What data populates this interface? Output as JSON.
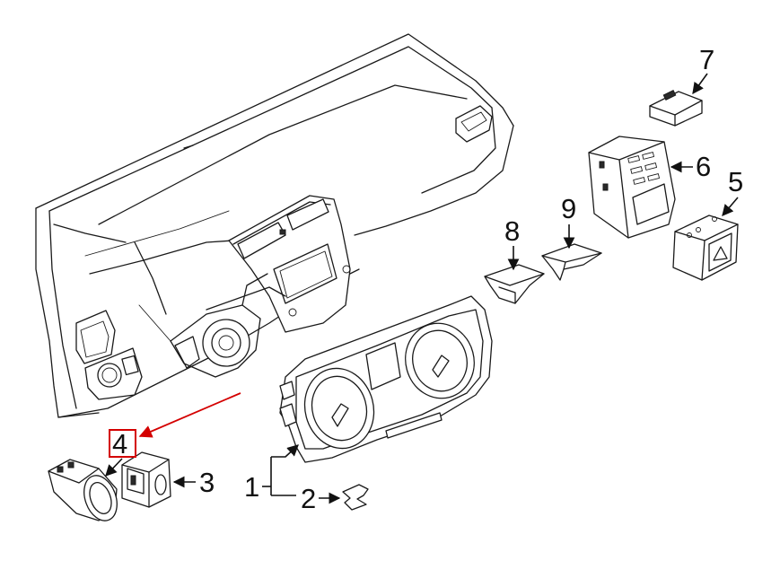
{
  "callouts": {
    "c1": "1",
    "c2": "2",
    "c3": "3",
    "c4": "4",
    "c5": "5",
    "c6": "6",
    "c7": "7",
    "c8": "8",
    "c9": "9"
  },
  "highlight": {
    "callout": "4",
    "color": "#d40000"
  }
}
